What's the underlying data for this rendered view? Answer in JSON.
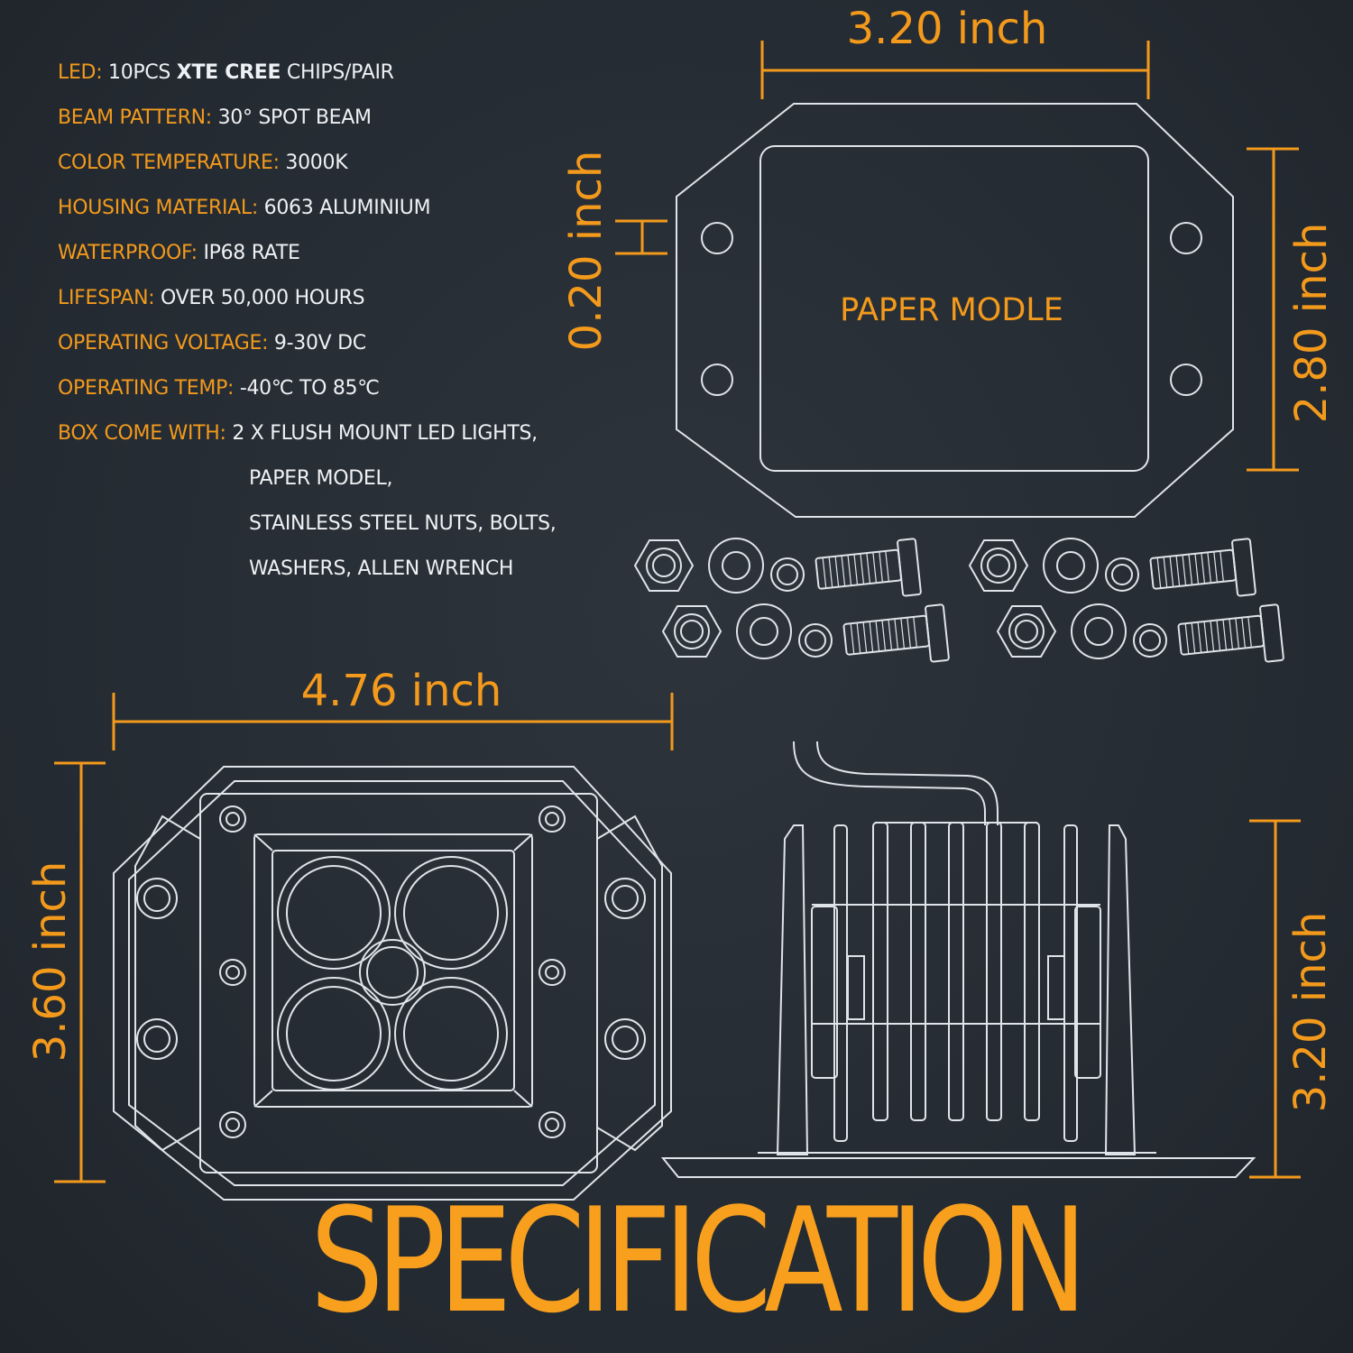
{
  "specs": [
    {
      "key": "LED:",
      "parts": [
        {
          "text": " 10PCS ",
          "bold": false
        },
        {
          "text": "XTE CREE",
          "bold": true
        },
        {
          "text": " CHIPS/PAIR",
          "bold": false
        }
      ]
    },
    {
      "key": "BEAM PATTERN:",
      "parts": [
        {
          "text": " 30° SPOT BEAM",
          "bold": false
        }
      ]
    },
    {
      "key": "COLOR TEMPERATURE:",
      "parts": [
        {
          "text": " 3000K",
          "bold": false
        }
      ]
    },
    {
      "key": "HOUSING MATERIAL:",
      "parts": [
        {
          "text": " 6063 ALUMINIUM",
          "bold": false
        }
      ]
    },
    {
      "key": "WATERPROOF:",
      "parts": [
        {
          "text": " IP68 RATE",
          "bold": false
        }
      ]
    },
    {
      "key": "LIFESPAN:",
      "parts": [
        {
          "text": " OVER 50,000 HOURS",
          "bold": false
        }
      ]
    },
    {
      "key": "OPERATING VOLTAGE:",
      "parts": [
        {
          "text": " 9-30V DC",
          "bold": false
        }
      ]
    },
    {
      "key": "OPERATING TEMP:",
      "parts": [
        {
          "text": " -40℃ TO 85℃",
          "bold": false
        }
      ]
    },
    {
      "key": "BOX COME WITH:",
      "parts": [
        {
          "text": " 2 X FLUSH MOUNT LED LIGHTS,",
          "bold": false
        }
      ]
    }
  ],
  "box_continuation": [
    "PAPER MODEL,",
    "STAINLESS STEEL NUTS, BOLTS,",
    "WASHERS, ALLEN WRENCH"
  ],
  "template": {
    "width_label": "3.20 inch",
    "hole_label": "0.20 inch",
    "height_label": "2.80 inch",
    "name": "PAPER MODLE"
  },
  "front_view": {
    "width_label": "4.76 inch",
    "height_label": "3.60 inch"
  },
  "side_view": {
    "height_label": "3.20 inch"
  },
  "title": "SPECIFICATION",
  "colors": {
    "accent": "#f39a1c",
    "text": "#eef1f4",
    "line": "#dfe4ea",
    "background": "#262c33"
  }
}
